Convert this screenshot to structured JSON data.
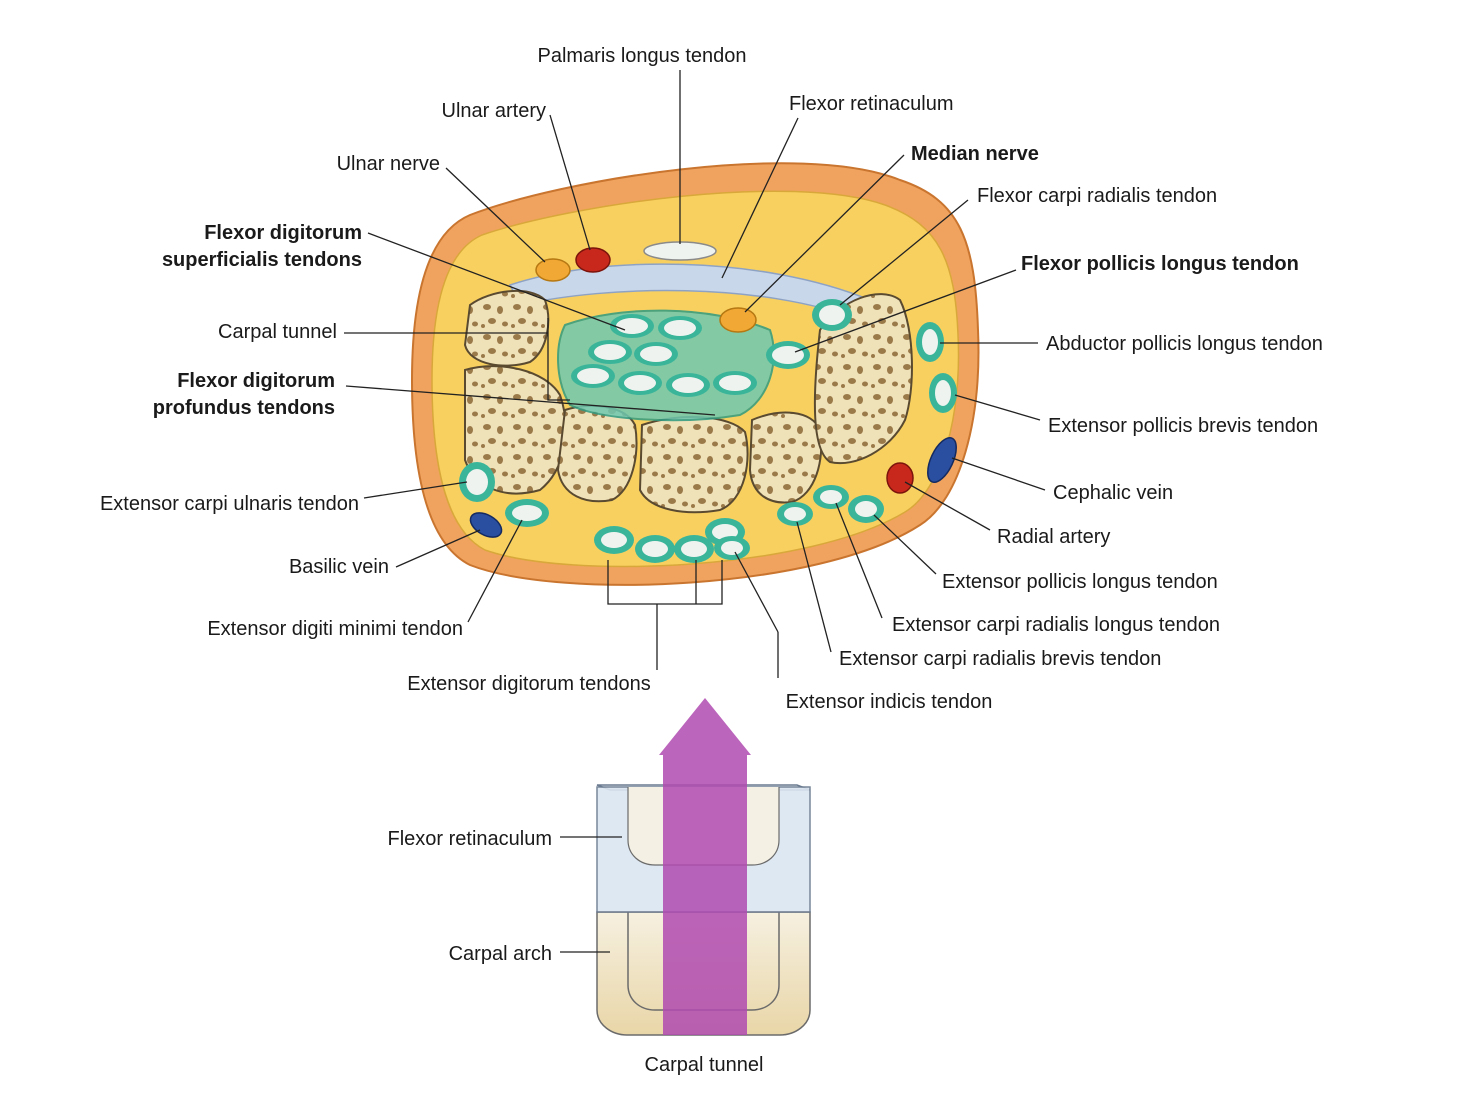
{
  "cross_section_labels": {
    "palmaris_longus_tendon": "Palmaris longus tendon",
    "ulnar_artery": "Ulnar artery",
    "flexor_retinaculum": "Flexor retinaculum",
    "ulnar_nerve": "Ulnar nerve",
    "median_nerve": "Median nerve",
    "flexor_carpi_radialis_tendon": "Flexor carpi radialis tendon",
    "fds_line1": "Flexor digitorum",
    "fds_line2": "superficialis tendons",
    "flexor_pollicis_longus_tendon": "Flexor pollicis longus tendon",
    "carpal_tunnel": "Carpal tunnel",
    "abductor_pollicis_longus_tendon": "Abductor pollicis longus tendon",
    "fdp_line1": "Flexor digitorum",
    "fdp_line2": "profundus tendons",
    "extensor_pollicis_brevis_tendon": "Extensor pollicis brevis tendon",
    "cephalic_vein": "Cephalic vein",
    "extensor_carpi_ulnaris_tendon": "Extensor carpi ulnaris tendon",
    "radial_artery": "Radial artery",
    "basilic_vein": "Basilic vein",
    "extensor_pollicis_longus_tendon": "Extensor pollicis longus tendon",
    "extensor_carpi_radialis_longus_tendon": "Extensor carpi radialis longus tendon",
    "extensor_digiti_minimi_tendon": "Extensor digiti minimi tendon",
    "extensor_carpi_radialis_brevis_tendon": "Extensor carpi radialis brevis tendon",
    "extensor_digitorum_tendons": "Extensor digitorum tendons",
    "extensor_indicis_tendon": "Extensor indicis tendon"
  },
  "schematic_labels": {
    "flexor_retinaculum": "Flexor retinaculum",
    "carpal_arch": "Carpal arch",
    "carpal_tunnel": "Carpal tunnel"
  },
  "colors": {
    "skin": "#f0a35e",
    "fat": "#f8d060",
    "bone": "#f0e2b8",
    "sheath": "#3ab59a",
    "tendon": "#eef3ef",
    "retinaculum": "#c9d7ea",
    "nerve": "#f2a834",
    "artery": "#c8281c",
    "vein": "#2a4fa0",
    "arrow": "#b04ab0"
  }
}
